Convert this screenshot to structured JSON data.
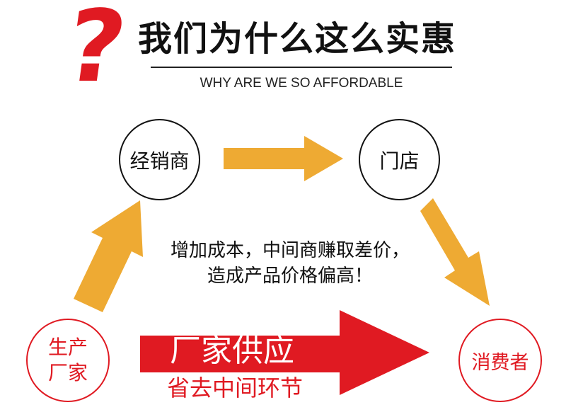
{
  "header": {
    "question_mark": "?",
    "title": "我们为什么这么实惠",
    "subtitle": "WHY ARE WE SO AFFORDABLE"
  },
  "nodes": {
    "distributor": "经销商",
    "store": "门店",
    "factory_line1": "生产",
    "factory_line2": "厂家",
    "consumer": "消费者"
  },
  "middle_text": {
    "line1": "增加成本，中间商赚取差价，",
    "line2": "造成产品价格偏高！"
  },
  "direct_supply": {
    "label": "厂家供应",
    "sublabel": "省去中间环节"
  },
  "colors": {
    "accent_red": "#e01a22",
    "arrow_gold": "#eeaa33",
    "text_dark": "#111111"
  }
}
